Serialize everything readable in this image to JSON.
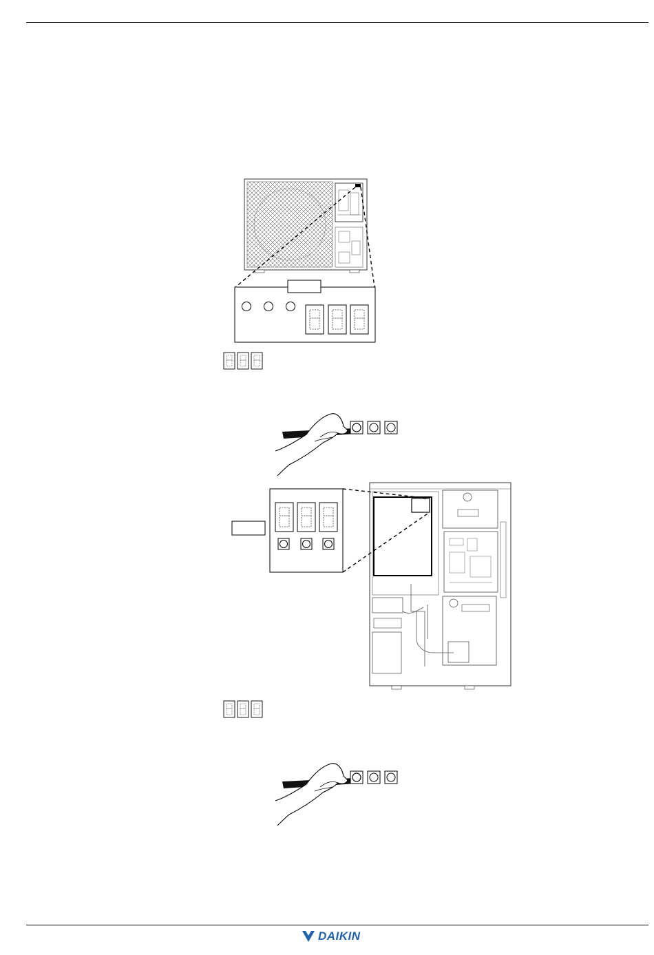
{
  "brand": {
    "name": "DAIKIN",
    "logo_icon": "daikin-triangle-logo-icon",
    "color": "#1f62b0"
  },
  "illustrations": [
    {
      "id": "unit-front-overview",
      "icon": "outdoor-unit-icon"
    },
    {
      "id": "display-callout-1",
      "icon": "seven-segment-display-icon",
      "digits": 3,
      "buttons": 3
    },
    {
      "id": "segment-indicator-1",
      "icon": "seven-segment-indicator-icon"
    },
    {
      "id": "press-button-1",
      "icon": "hand-pressing-button-icon"
    },
    {
      "id": "unit-interior-detail",
      "icon": "switch-box-interior-icon"
    },
    {
      "id": "segment-indicator-2",
      "icon": "seven-segment-indicator-icon"
    },
    {
      "id": "press-button-2",
      "icon": "hand-pressing-button-icon"
    }
  ]
}
